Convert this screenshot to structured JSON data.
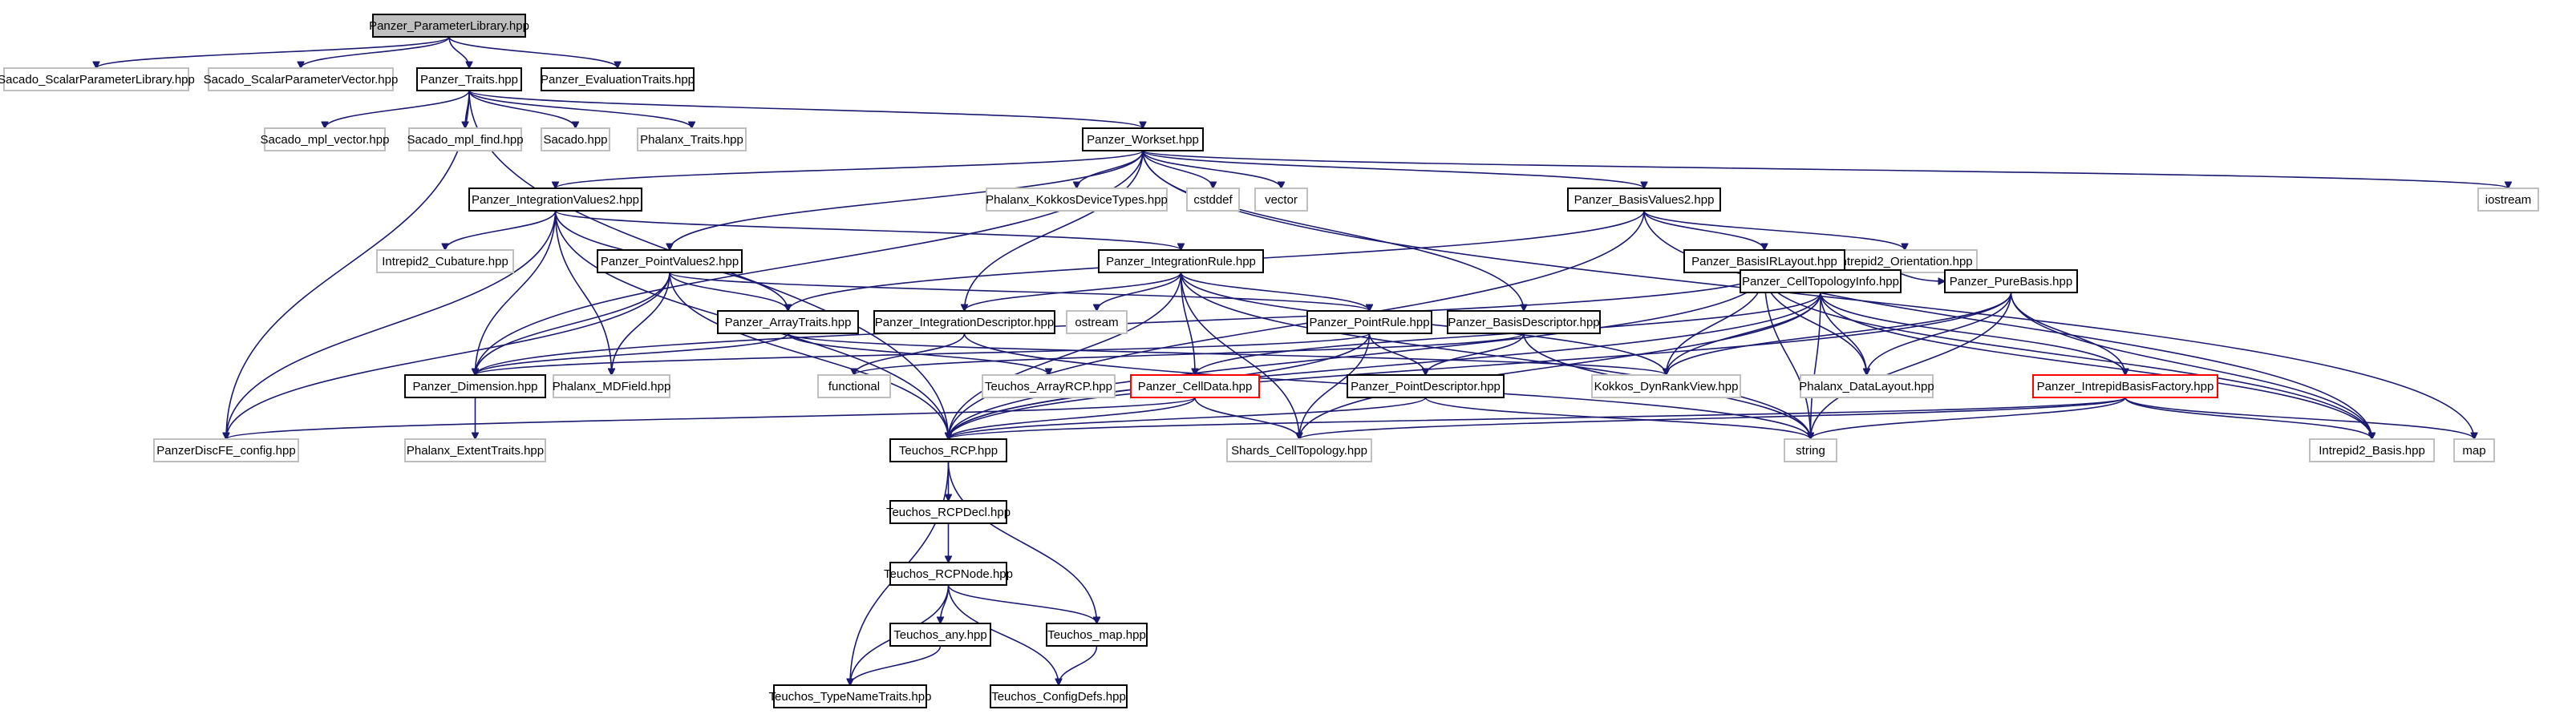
{
  "colors": {
    "edge": "#191970",
    "box_border_included": "#000000",
    "box_border_external": "#bfbfbf",
    "box_border_truncated": "#ff0000",
    "root_fill": "#bfbfbf",
    "box_fill": "#ffffff"
  },
  "nodes": [
    {
      "id": "n0",
      "label": "Panzer_ParameterLibrary.hpp",
      "kind": "root"
    },
    {
      "id": "n1",
      "label": "Sacado_ScalarParameterLibrary.hpp",
      "kind": "external"
    },
    {
      "id": "n2",
      "label": "Sacado_ScalarParameterVector.hpp",
      "kind": "external"
    },
    {
      "id": "n3",
      "label": "Panzer_Traits.hpp",
      "kind": "included"
    },
    {
      "id": "n4",
      "label": "Panzer_EvaluationTraits.hpp",
      "kind": "included"
    },
    {
      "id": "n5",
      "label": "Sacado_mpl_vector.hpp",
      "kind": "external"
    },
    {
      "id": "n6",
      "label": "Sacado_mpl_find.hpp",
      "kind": "external"
    },
    {
      "id": "n7",
      "label": "Sacado.hpp",
      "kind": "external"
    },
    {
      "id": "n8",
      "label": "Phalanx_Traits.hpp",
      "kind": "external"
    },
    {
      "id": "n9",
      "label": "Panzer_Workset.hpp",
      "kind": "included"
    },
    {
      "id": "n10",
      "label": "iostream",
      "kind": "external"
    },
    {
      "id": "n11",
      "label": "Panzer_IntegrationValues2.hpp",
      "kind": "included"
    },
    {
      "id": "n12",
      "label": "Phalanx_KokkosDeviceTypes.hpp",
      "kind": "external"
    },
    {
      "id": "n13",
      "label": "cstddef",
      "kind": "external"
    },
    {
      "id": "n14",
      "label": "vector",
      "kind": "external"
    },
    {
      "id": "n15",
      "label": "Panzer_BasisValues2.hpp",
      "kind": "included"
    },
    {
      "id": "n16",
      "label": "Intrepid2_Cubature.hpp",
      "kind": "external"
    },
    {
      "id": "n17",
      "label": "Panzer_PointValues2.hpp",
      "kind": "included"
    },
    {
      "id": "n18",
      "label": "Panzer_IntegrationRule.hpp",
      "kind": "included"
    },
    {
      "id": "n19",
      "label": "Intrepid2_Orientation.hpp",
      "kind": "external"
    },
    {
      "id": "n20",
      "label": "Panzer_BasisIRLayout.hpp",
      "kind": "included"
    },
    {
      "id": "n21",
      "label": "Panzer_ArrayTraits.hpp",
      "kind": "included"
    },
    {
      "id": "n22",
      "label": "Panzer_IntegrationDescriptor.hpp",
      "kind": "included"
    },
    {
      "id": "n23",
      "label": "ostream",
      "kind": "external"
    },
    {
      "id": "n24",
      "label": "Panzer_PointRule.hpp",
      "kind": "included"
    },
    {
      "id": "n25",
      "label": "Panzer_BasisDescriptor.hpp",
      "kind": "included"
    },
    {
      "id": "n26",
      "label": "Panzer_CellTopologyInfo.hpp",
      "kind": "included"
    },
    {
      "id": "n27",
      "label": "Panzer_PureBasis.hpp",
      "kind": "included"
    },
    {
      "id": "n28",
      "label": "functional",
      "kind": "external"
    },
    {
      "id": "n29",
      "label": "Teuchos_ArrayRCP.hpp",
      "kind": "external"
    },
    {
      "id": "n30",
      "label": "Panzer_Dimension.hpp",
      "kind": "included"
    },
    {
      "id": "n31",
      "label": "Phalanx_MDField.hpp",
      "kind": "external"
    },
    {
      "id": "n32",
      "label": "Panzer_CellData.hpp",
      "kind": "truncated"
    },
    {
      "id": "n33",
      "label": "Panzer_PointDescriptor.hpp",
      "kind": "included"
    },
    {
      "id": "n34",
      "label": "Kokkos_DynRankView.hpp",
      "kind": "external"
    },
    {
      "id": "n35",
      "label": "Phalanx_DataLayout.hpp",
      "kind": "external"
    },
    {
      "id": "n36",
      "label": "Panzer_IntrepidBasisFactory.hpp",
      "kind": "truncated"
    },
    {
      "id": "n37",
      "label": "PanzerDiscFE_config.hpp",
      "kind": "external"
    },
    {
      "id": "n38",
      "label": "Phalanx_ExtentTraits.hpp",
      "kind": "external"
    },
    {
      "id": "n39",
      "label": "Teuchos_RCP.hpp",
      "kind": "included"
    },
    {
      "id": "n40",
      "label": "Shards_CellTopology.hpp",
      "kind": "external"
    },
    {
      "id": "n41",
      "label": "string",
      "kind": "external"
    },
    {
      "id": "n42",
      "label": "Intrepid2_Basis.hpp",
      "kind": "external"
    },
    {
      "id": "n43",
      "label": "map",
      "kind": "external"
    },
    {
      "id": "n44",
      "label": "Teuchos_RCPDecl.hpp",
      "kind": "included"
    },
    {
      "id": "n45",
      "label": "Teuchos_RCPNode.hpp",
      "kind": "included"
    },
    {
      "id": "n46",
      "label": "Teuchos_any.hpp",
      "kind": "included"
    },
    {
      "id": "n47",
      "label": "Teuchos_map.hpp",
      "kind": "included"
    },
    {
      "id": "n48",
      "label": "Teuchos_TypeNameTraits.hpp",
      "kind": "included"
    },
    {
      "id": "n49",
      "label": "Teuchos_ConfigDefs.hpp",
      "kind": "included"
    }
  ],
  "edges": [
    [
      "n0",
      "n1"
    ],
    [
      "n0",
      "n2"
    ],
    [
      "n0",
      "n3"
    ],
    [
      "n0",
      "n4"
    ],
    [
      "n3",
      "n5"
    ],
    [
      "n3",
      "n6"
    ],
    [
      "n3",
      "n7"
    ],
    [
      "n3",
      "n8"
    ],
    [
      "n3",
      "n9"
    ],
    [
      "n3",
      "n37"
    ],
    [
      "n3",
      "n39"
    ],
    [
      "n9",
      "n10"
    ],
    [
      "n9",
      "n11"
    ],
    [
      "n9",
      "n12"
    ],
    [
      "n9",
      "n13"
    ],
    [
      "n9",
      "n14"
    ],
    [
      "n9",
      "n15"
    ],
    [
      "n9",
      "n17"
    ],
    [
      "n9",
      "n22"
    ],
    [
      "n9",
      "n25"
    ],
    [
      "n9",
      "n30"
    ],
    [
      "n9",
      "n43"
    ],
    [
      "n11",
      "n16"
    ],
    [
      "n11",
      "n18"
    ],
    [
      "n11",
      "n21"
    ],
    [
      "n11",
      "n30"
    ],
    [
      "n11",
      "n31"
    ],
    [
      "n11",
      "n37"
    ],
    [
      "n11",
      "n39"
    ],
    [
      "n15",
      "n19"
    ],
    [
      "n15",
      "n20"
    ],
    [
      "n15",
      "n21"
    ],
    [
      "n15",
      "n39"
    ],
    [
      "n15",
      "n42"
    ],
    [
      "n17",
      "n21"
    ],
    [
      "n17",
      "n24"
    ],
    [
      "n17",
      "n30"
    ],
    [
      "n17",
      "n31"
    ],
    [
      "n17",
      "n37"
    ],
    [
      "n17",
      "n39"
    ],
    [
      "n18",
      "n22"
    ],
    [
      "n18",
      "n23"
    ],
    [
      "n18",
      "n24"
    ],
    [
      "n18",
      "n32"
    ],
    [
      "n18",
      "n34"
    ],
    [
      "n18",
      "n39"
    ],
    [
      "n18",
      "n40"
    ],
    [
      "n18",
      "n41"
    ],
    [
      "n20",
      "n26"
    ],
    [
      "n20",
      "n27"
    ],
    [
      "n20",
      "n30"
    ],
    [
      "n20",
      "n34"
    ],
    [
      "n20",
      "n35"
    ],
    [
      "n20",
      "n39"
    ],
    [
      "n20",
      "n41"
    ],
    [
      "n20",
      "n42"
    ],
    [
      "n21",
      "n29"
    ],
    [
      "n21",
      "n30"
    ],
    [
      "n21",
      "n34"
    ],
    [
      "n22",
      "n28"
    ],
    [
      "n22",
      "n41"
    ],
    [
      "n24",
      "n30"
    ],
    [
      "n24",
      "n33"
    ],
    [
      "n24",
      "n39"
    ],
    [
      "n24",
      "n40"
    ],
    [
      "n25",
      "n28"
    ],
    [
      "n25",
      "n33"
    ],
    [
      "n25",
      "n41"
    ],
    [
      "n26",
      "n32"
    ],
    [
      "n26",
      "n34"
    ],
    [
      "n26",
      "n35"
    ],
    [
      "n26",
      "n36"
    ],
    [
      "n26",
      "n39"
    ],
    [
      "n26",
      "n40"
    ],
    [
      "n26",
      "n41"
    ],
    [
      "n26",
      "n42"
    ],
    [
      "n27",
      "n34"
    ],
    [
      "n27",
      "n35"
    ],
    [
      "n27",
      "n36"
    ],
    [
      "n27",
      "n39"
    ],
    [
      "n27",
      "n41"
    ],
    [
      "n27",
      "n42"
    ],
    [
      "n30",
      "n38"
    ],
    [
      "n32",
      "n37"
    ],
    [
      "n32",
      "n39"
    ],
    [
      "n32",
      "n40"
    ],
    [
      "n33",
      "n39"
    ],
    [
      "n33",
      "n41"
    ],
    [
      "n36",
      "n39"
    ],
    [
      "n36",
      "n40"
    ],
    [
      "n36",
      "n41"
    ],
    [
      "n36",
      "n42"
    ],
    [
      "n36",
      "n43"
    ],
    [
      "n39",
      "n44"
    ],
    [
      "n39",
      "n47"
    ],
    [
      "n39",
      "n48"
    ],
    [
      "n44",
      "n45"
    ],
    [
      "n45",
      "n46"
    ],
    [
      "n45",
      "n47"
    ],
    [
      "n45",
      "n48"
    ],
    [
      "n45",
      "n49"
    ],
    [
      "n46",
      "n48"
    ],
    [
      "n47",
      "n49"
    ]
  ]
}
